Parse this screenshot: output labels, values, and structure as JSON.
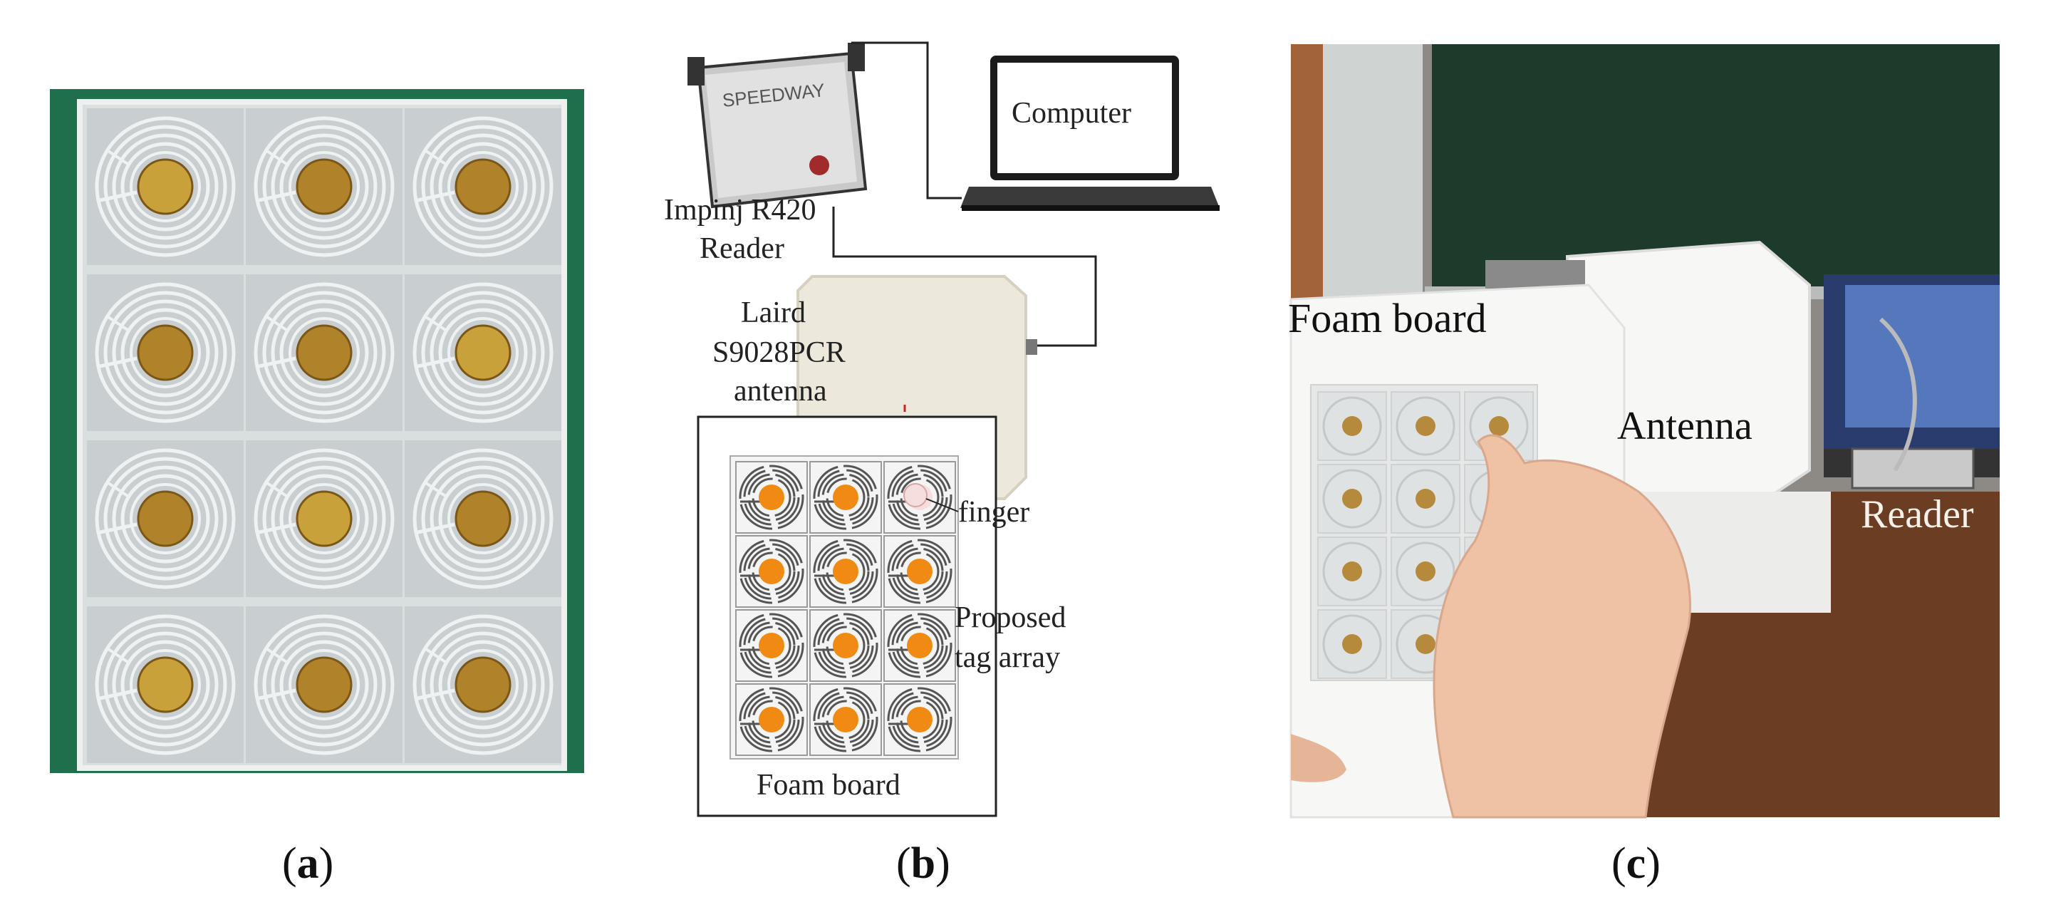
{
  "panels": {
    "a": {
      "caption_open": "(",
      "caption_letter": "a",
      "caption_close": ")"
    },
    "b": {
      "caption_open": "(",
      "caption_letter": "b",
      "caption_close": ")",
      "reader_label_1": "Impinj R420",
      "reader_label_2": "Reader",
      "reader_brand": "SPEEDWAY",
      "computer_label": "Computer",
      "antenna_label_1": "Laird",
      "antenna_label_2": "S9028PCR",
      "antenna_label_3": "antenna",
      "finger_label": "finger",
      "tag_label_1": "Proposed",
      "tag_label_2": "tag array",
      "foam_label": "Foam board"
    },
    "c": {
      "caption_open": "(",
      "caption_letter": "c",
      "caption_close": ")",
      "foam_label": "Foam board",
      "antenna_label": "Antenna",
      "reader_label": "Reader"
    }
  },
  "colors": {
    "green_backing": "#1f6e4c",
    "copper_pad": "#b0832a",
    "orange_pad": "#f08a12",
    "chalkboard": "#1d3a2b",
    "table": "#6b3d22"
  }
}
